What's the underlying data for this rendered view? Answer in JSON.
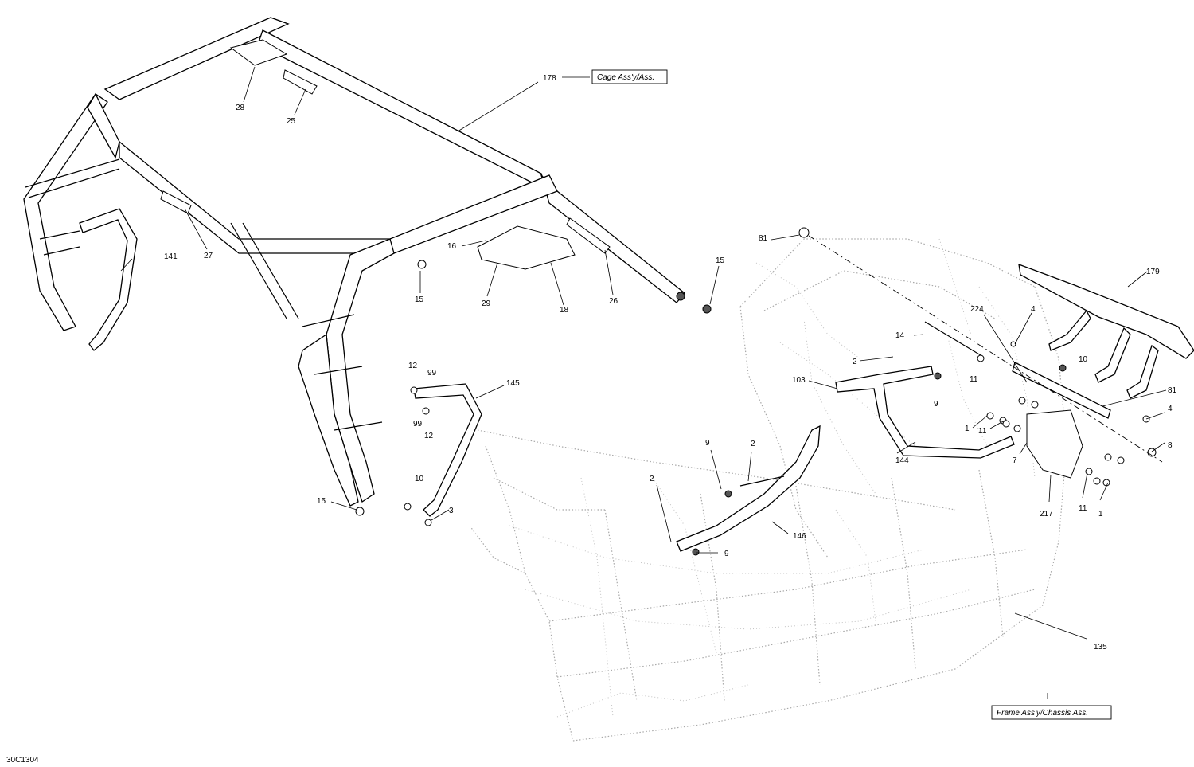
{
  "diagram_code": "30C1304",
  "assembly_boxes": {
    "cage": "Cage Ass'y/Ass.",
    "frame": "Frame Ass'y/Chassis Ass."
  },
  "callouts": {
    "c178": "178",
    "c28": "28",
    "c25": "25",
    "c27": "27",
    "c141": "141",
    "c16": "16",
    "c29": "29",
    "c18": "18",
    "c26": "26",
    "c15a": "15",
    "c15b": "15",
    "c15c": "15",
    "c12a": "12",
    "c99a": "99",
    "c99b": "99",
    "c12b": "12",
    "c145": "145",
    "c10a": "10",
    "c3": "3",
    "c81a": "81",
    "c179": "179",
    "c224": "224",
    "c4a": "4",
    "c14": "14",
    "c10b": "10",
    "c2a": "2",
    "c11a": "11",
    "c9a": "9",
    "c103": "103",
    "c81b": "81",
    "c4b": "4",
    "c1a": "1",
    "c11b": "11",
    "c7": "7",
    "c144": "144",
    "c8": "8",
    "c9b": "9",
    "c2b": "2",
    "c2c": "2",
    "c146": "146",
    "c9c": "9",
    "c11c": "11",
    "c217": "217",
    "c1b": "1",
    "c135": "135"
  }
}
